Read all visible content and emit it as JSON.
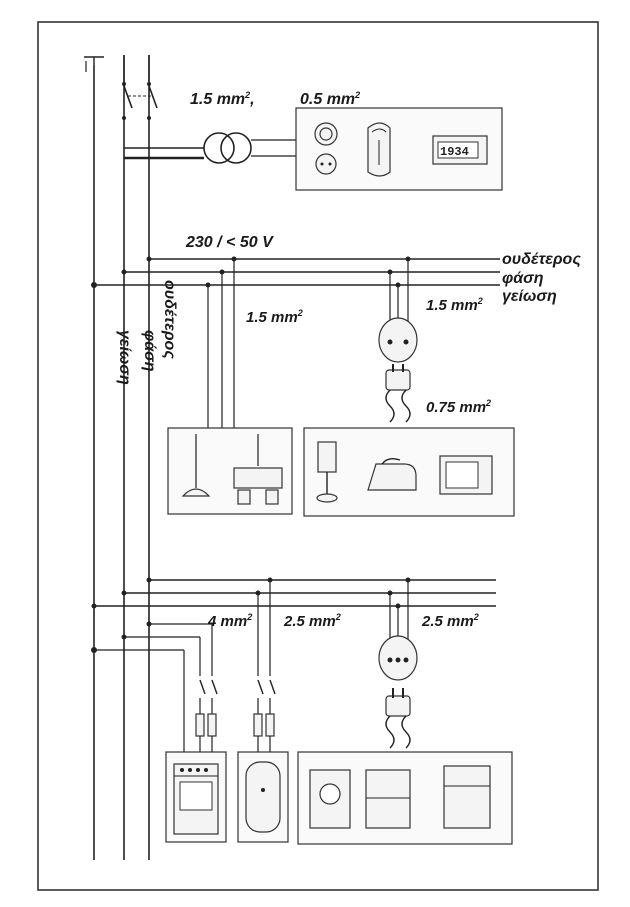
{
  "top": {
    "label_a": "1.5 mm",
    "label_a_sup": "2",
    "label_a_tail": ",",
    "label_b": "0.5 mm",
    "label_b_sup": "2",
    "meter_digits": "1934"
  },
  "voltage_label": "230 / < 50 V",
  "bus_labels": {
    "neutral": "ουδέτερος",
    "phase": "φάση",
    "earth": "γείωση"
  },
  "vertical_labels": {
    "earth": "γείωση",
    "phase": "φάση",
    "neutral": "ουδέτερος"
  },
  "middle": {
    "lighting_cable": "1.5 mm",
    "lighting_cable_sup": "2",
    "socket_cable": "1.5 mm",
    "socket_cable_sup": "2",
    "cord": "0.75 mm",
    "cord_sup": "2"
  },
  "bottom": {
    "cooker_cable": "4 mm",
    "cooker_cable_sup": "2",
    "heater_cable": "2.5 mm",
    "heater_cable_sup": "2",
    "socket_cable": "2.5 mm",
    "socket_cable_sup": "2"
  }
}
